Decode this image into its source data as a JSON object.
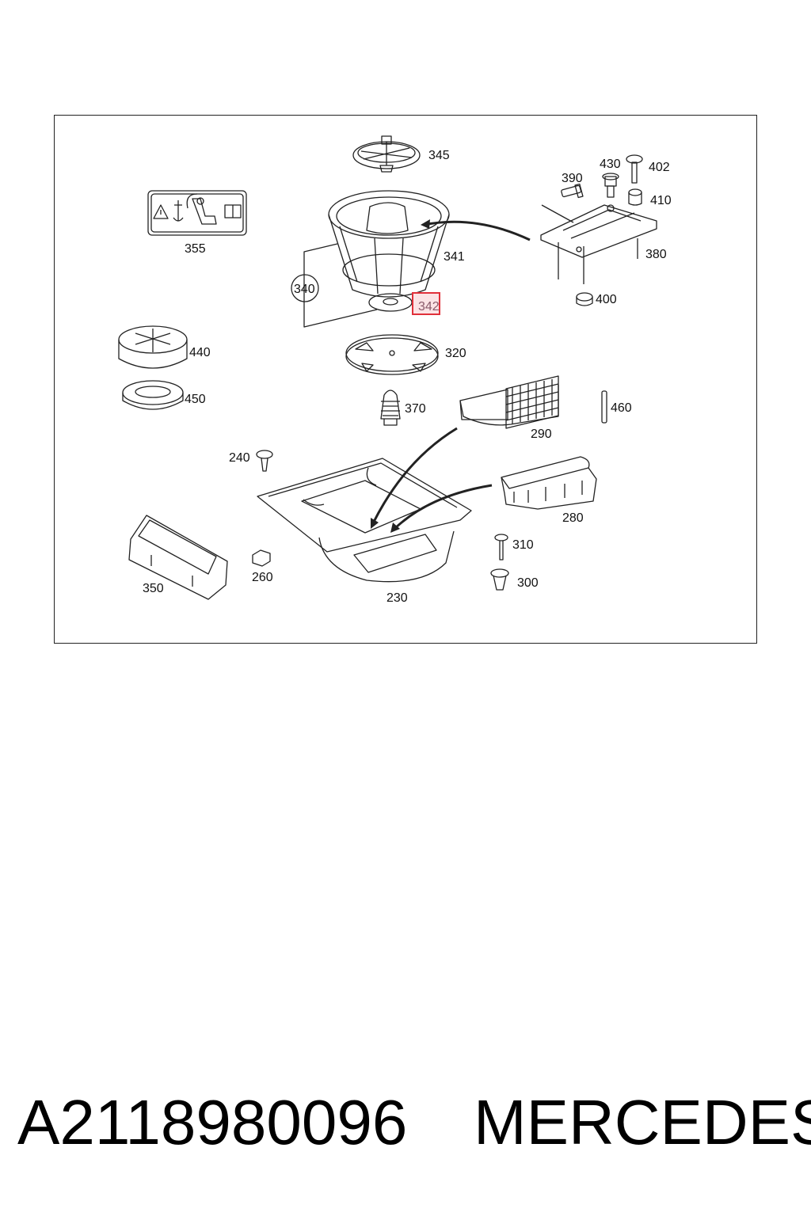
{
  "diagram": {
    "labels": {
      "p345": "345",
      "p390": "390",
      "p430": "430",
      "p402": "402",
      "p410": "410",
      "p355": "355",
      "p341": "341",
      "p380": "380",
      "p340": "340",
      "p342": "342",
      "p400": "400",
      "p440": "440",
      "p320": "320",
      "p450": "450",
      "p370": "370",
      "p460": "460",
      "p290": "290",
      "p240": "240",
      "p280": "280",
      "p310": "310",
      "p300": "300",
      "p350": "350",
      "p260": "260",
      "p230": "230"
    },
    "highlight_color": "#e0303a"
  },
  "footer": {
    "part_number": "A2118980096",
    "brand": "MERCEDES"
  }
}
